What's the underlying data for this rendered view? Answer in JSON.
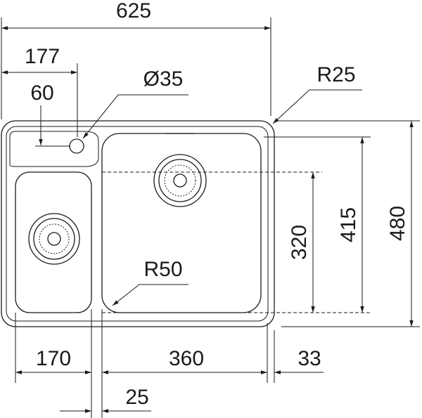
{
  "drawing": {
    "dimensions": {
      "overall_width": "625",
      "tap_ledge_width": "177",
      "tap_hole_offset": "60",
      "tap_hole_diameter": "Ø35",
      "outer_corner_radius": "R25",
      "overall_depth": "480",
      "bowl_depth_total": "415",
      "main_bowl_depth": "320",
      "inner_corner_radius": "R50",
      "small_bowl_width": "170",
      "main_bowl_width": "360",
      "rim_edge": "33",
      "divider_width": "25"
    },
    "colors": {
      "line": "#1a1a1a",
      "background": "#ffffff"
    }
  }
}
